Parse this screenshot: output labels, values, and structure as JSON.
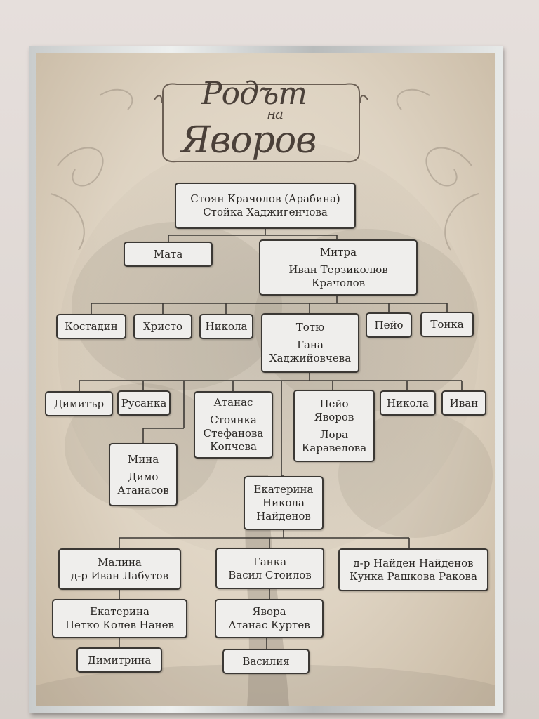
{
  "poster": {
    "title_line1": "Родът",
    "title_line2": "на",
    "title_line3": "Яворов"
  },
  "people": {
    "root": [
      "Стоян Крачолов (Арабина)",
      "Стойка Хаджигенчова"
    ],
    "mata": [
      "Мата"
    ],
    "mitra": [
      "Митра",
      "Иван Терзиколюв",
      "Крачолов"
    ],
    "kostadin": [
      "Костадин"
    ],
    "hristo": [
      "Христо"
    ],
    "nikola1": [
      "Никола"
    ],
    "totyu": [
      "Тотю",
      "Гана",
      "Хаджийовчева"
    ],
    "peyo1": [
      "Пейо"
    ],
    "tonka": [
      "Тонка"
    ],
    "dimitar": [
      "Димитър"
    ],
    "rusanka": [
      "Русанка"
    ],
    "atanas": [
      "Атанас",
      "Стоянка",
      "Стефанова",
      "Копчева"
    ],
    "peyo_yavorov": [
      "Пейо",
      "Яворов",
      "Лора",
      "Каравелова"
    ],
    "nikola2": [
      "Никола"
    ],
    "ivan": [
      "Иван"
    ],
    "mina": [
      "Мина",
      "Димо",
      "Атанасов"
    ],
    "ekaterina1": [
      "Екатерина",
      "Никола",
      "Найденов"
    ],
    "malina": [
      "Малина",
      "д-р Иван Лабутов"
    ],
    "ganka": [
      "Ганка",
      "Васил Стоилов"
    ],
    "nayden": [
      "д-р Найден Найденов",
      "Кунка Рашкова Ракова"
    ],
    "ekaterina2": [
      "Екатерина",
      "Петко Колев Нанев"
    ],
    "yavora": [
      "Явора",
      "Атанас Куртев"
    ],
    "dimitrina": [
      "Димитрина"
    ],
    "vasilia": [
      "Василия"
    ]
  }
}
